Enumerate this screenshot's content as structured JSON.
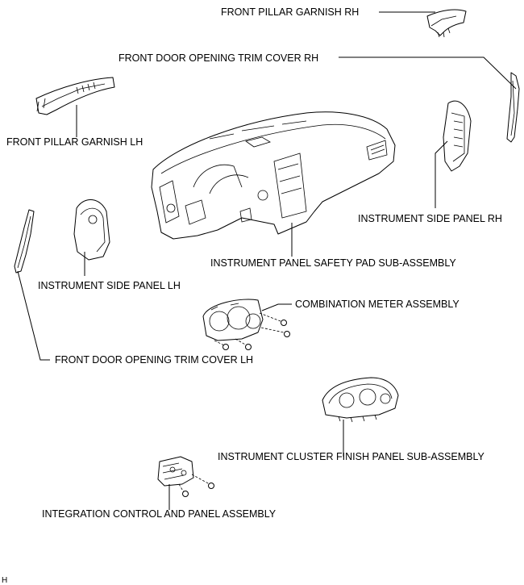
{
  "labels": {
    "front_pillar_garnish_rh": "FRONT PILLAR GARNISH RH",
    "front_door_opening_trim_cover_rh": "FRONT DOOR OPENING TRIM COVER RH",
    "front_pillar_garnish_lh": "FRONT PILLAR GARNISH LH",
    "instrument_side_panel_rh": "INSTRUMENT SIDE PANEL RH",
    "instrument_panel_safety_pad": "INSTRUMENT PANEL SAFETY PAD SUB-ASSEMBLY",
    "instrument_side_panel_lh": "INSTRUMENT SIDE PANEL LH",
    "combination_meter_assembly": "COMBINATION METER ASSEMBLY",
    "front_door_opening_trim_cover_lh": "FRONT DOOR OPENING TRIM COVER LH",
    "instrument_cluster_finish_panel": "INSTRUMENT CLUSTER FINISH PANEL SUB-ASSEMBLY",
    "integration_control_panel": "INTEGRATION CONTROL AND PANEL ASSEMBLY"
  },
  "corner_mark": "H"
}
